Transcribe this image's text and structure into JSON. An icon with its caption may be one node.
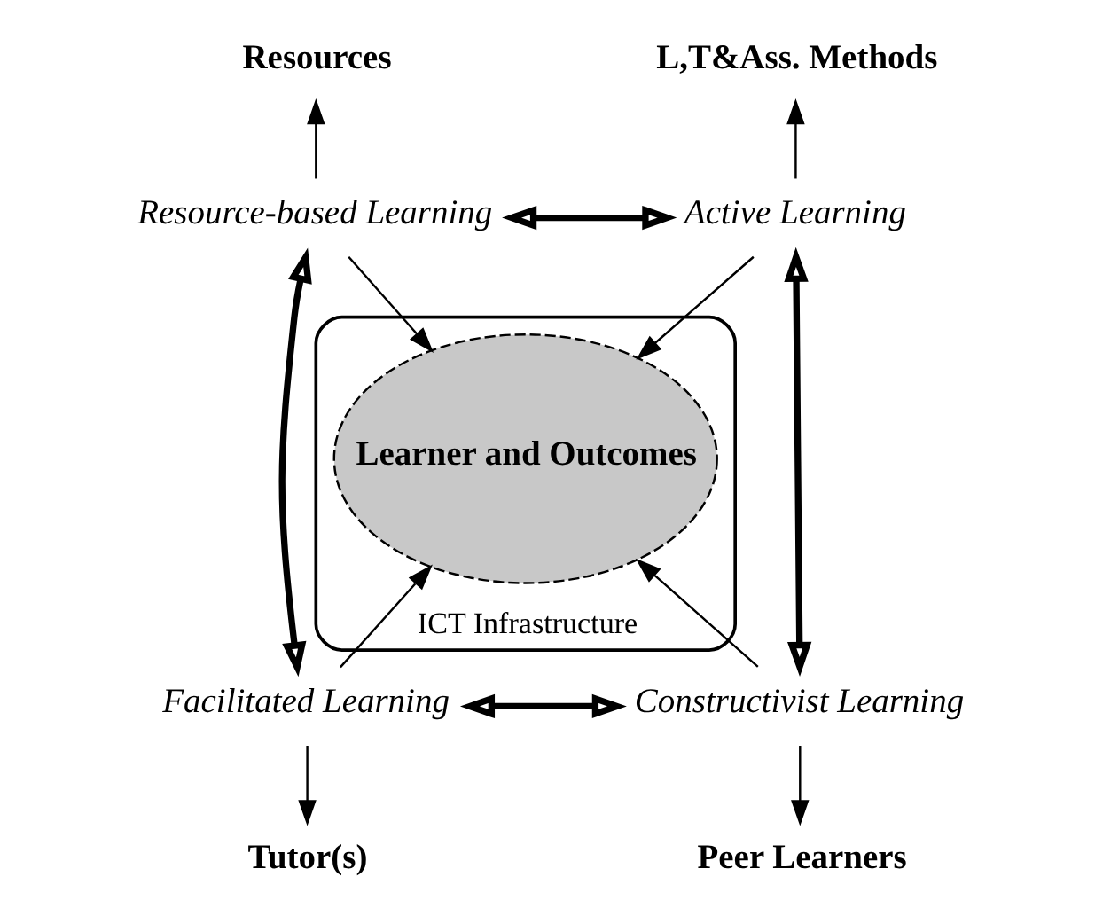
{
  "diagram": {
    "nodes": [
      {
        "text": [
          "ICT Infrastructure"
        ]
      },
      {
        "text": [
          "Resources"
        ]
      },
      {
        "text": [
          "L,T&Ass. Methods"
        ]
      },
      {
        "text": [
          "Resource-based Learning"
        ]
      },
      {
        "text": [
          "Active Learning"
        ]
      },
      {
        "text": [
          "Learner and Outcomes"
        ],
        "in": 0
      },
      {
        "text": [
          "Facilitated Learning"
        ]
      },
      {
        "text": [
          "Constructivist Learning"
        ]
      },
      {
        "text": [
          "Tutor(s)"
        ]
      },
      {
        "text": [
          "Peer Learners"
        ]
      }
    ],
    "edges": [
      {
        "from": 3,
        "to": 1,
        "arrow": "to"
      },
      {
        "from": 4,
        "to": 2,
        "arrow": "to"
      },
      {
        "from": 3,
        "to": 4,
        "arrow": "both",
        "style": "thick"
      },
      {
        "from": 3,
        "to": 5,
        "arrow": "to"
      },
      {
        "from": 4,
        "to": 5,
        "arrow": "to"
      },
      {
        "from": 3,
        "to": 6,
        "arrow": "both",
        "style": "thick"
      },
      {
        "from": 4,
        "to": 7,
        "arrow": "both",
        "style": "thick"
      },
      {
        "from": 6,
        "to": 5,
        "arrow": "to"
      },
      {
        "from": 7,
        "to": 5,
        "arrow": "to"
      },
      {
        "from": 6,
        "to": 7,
        "arrow": "both",
        "style": "thick"
      },
      {
        "from": 6,
        "to": 8,
        "arrow": "to"
      },
      {
        "from": 7,
        "to": 9,
        "arrow": "to"
      }
    ]
  }
}
